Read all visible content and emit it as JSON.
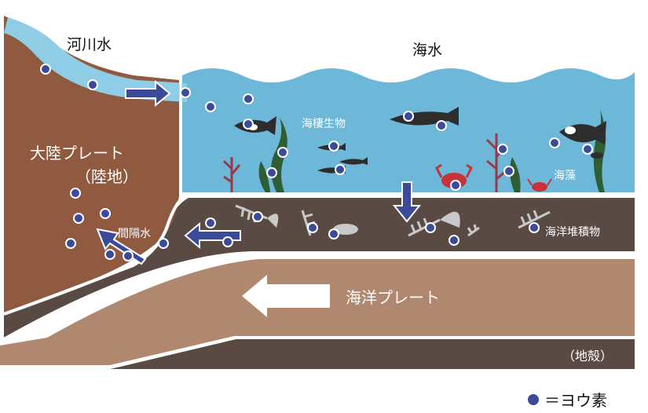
{
  "labels": {
    "river_water": "河川水",
    "seawater": "海水",
    "marine_life": "海棲生物",
    "seaweed": "海藻",
    "continental_plate": "大陸プレート",
    "land": "（陸地）",
    "pore_water": "間隔水",
    "marine_sediment": "海洋堆積物",
    "oceanic_plate": "海洋プレート",
    "crust": "（地殻）"
  },
  "legend": {
    "iodine": "＝ヨウ素"
  },
  "colors": {
    "land_brown": "#8f5a40",
    "sea_blue": "#6db7d9",
    "river_blue": "#8fcde6",
    "sediment_dark": "#5a4a44",
    "oceanic_plate": "#b08870",
    "crust_dark": "#5a4a44",
    "iodine_dot": "#3c4a9a",
    "arrow_blue": "#3c4a9a",
    "arrow_white": "#ffffff",
    "fish_dark": "#2d2d2d",
    "bone_gray": "#c9c9c9",
    "crab_red": "#c8323a",
    "seaweed_green": "#2f5d34",
    "seaweed_red": "#9a3a48"
  }
}
